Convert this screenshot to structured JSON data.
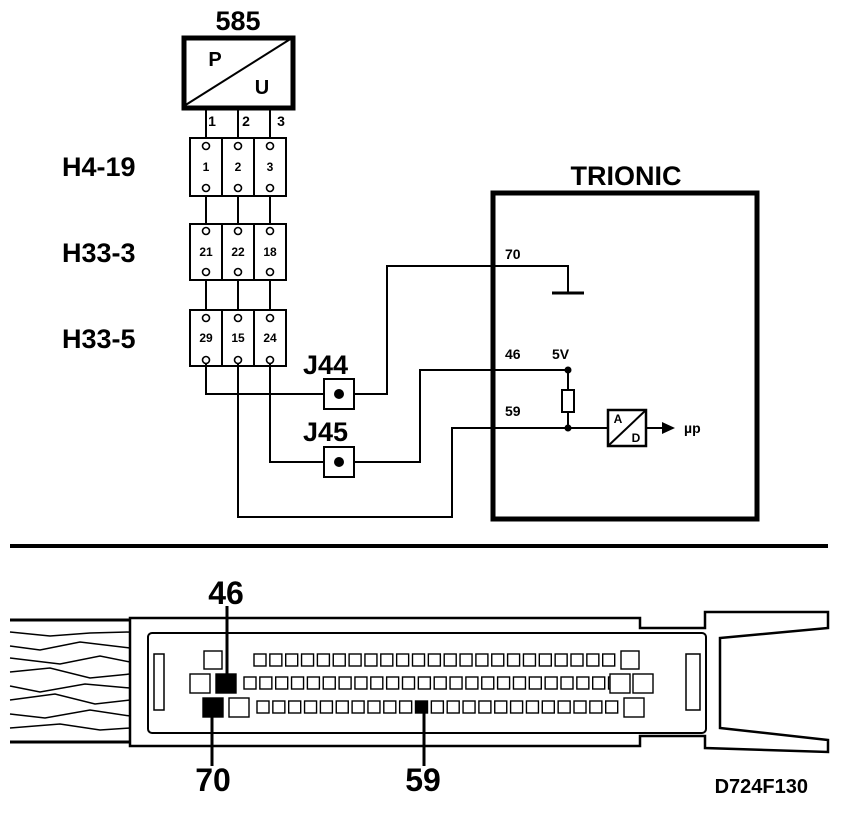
{
  "sensor": {
    "id": "585",
    "top_letter": "P",
    "bottom_letter": "U",
    "pins": [
      "1",
      "2",
      "3"
    ]
  },
  "connectors": [
    {
      "name": "H4-19",
      "pins": [
        "1",
        "2",
        "3"
      ]
    },
    {
      "name": "H33-3",
      "pins": [
        "21",
        "22",
        "18"
      ]
    },
    {
      "name": "H33-5",
      "pins": [
        "29",
        "15",
        "24"
      ]
    }
  ],
  "test_points": {
    "j44": "J44",
    "j45": "J45"
  },
  "ecu": {
    "title": "TRIONIC",
    "pin_70": "70",
    "pin_46": "46",
    "pin_59": "59",
    "supply": "5V",
    "adc_top": "A",
    "adc_bottom": "D",
    "output": "µp"
  },
  "connector_view": {
    "pin_46": "46",
    "pin_70": "70",
    "pin_59": "59"
  },
  "figure_code": "D724F130"
}
